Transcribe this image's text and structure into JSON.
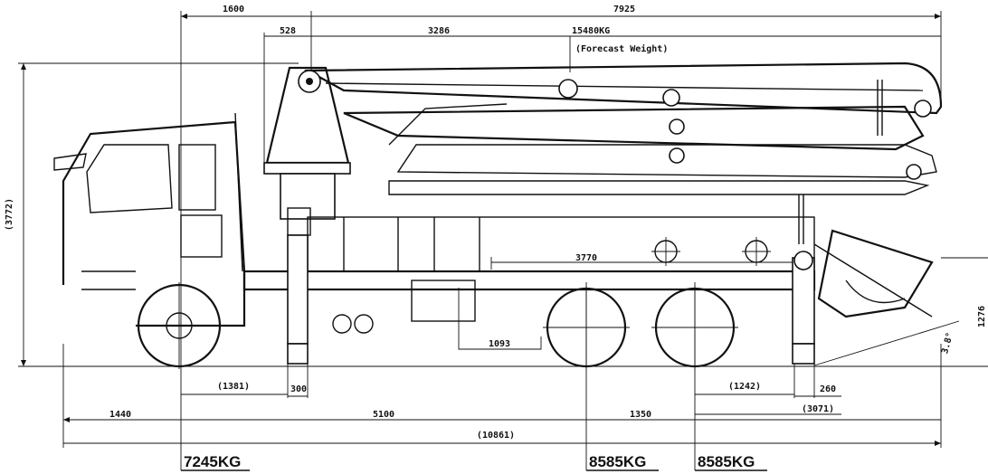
{
  "dimensions": {
    "top_left": "1600",
    "top_overall": "7925",
    "top_528": "528",
    "top_3286": "3286",
    "forecast_weight_value": "15480KG",
    "forecast_weight_label": "(Forecast Weight)",
    "height_left": "(3772)",
    "chassis_3770": "3770",
    "dim_1093": "1093",
    "dim_1381": "(1381)",
    "dim_300": "300",
    "dim_1242": "(1242)",
    "dim_260": "260",
    "dim_3071": "(3071)",
    "dim_1440": "1440",
    "dim_5100": "5100",
    "dim_1350": "1350",
    "dim_overall": "(10861)",
    "right_1276": "1276",
    "angle": "3.8°"
  },
  "axle_loads": {
    "front": "7245KG",
    "middle": "8585KG",
    "rear": "8585KG"
  }
}
